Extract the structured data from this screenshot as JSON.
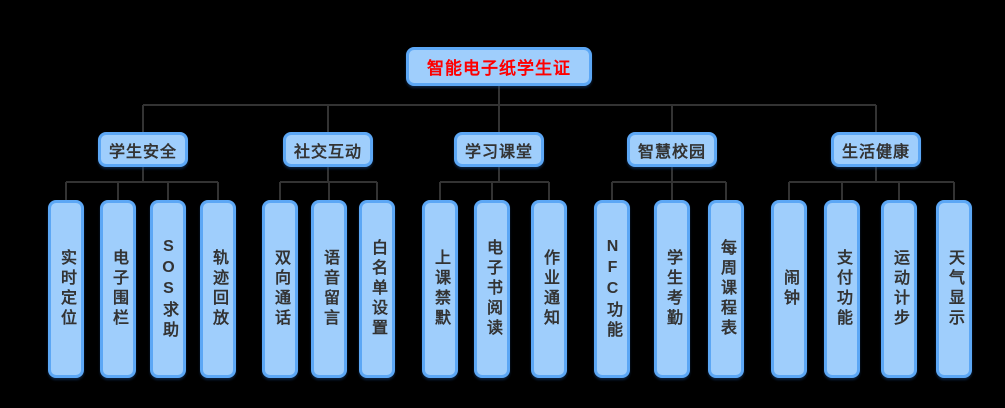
{
  "diagram": {
    "root": {
      "label": "智能电子纸学生证"
    },
    "groups": [
      {
        "label": "学生安全",
        "children": [
          "实时定位",
          "电子围栏",
          "SOS求助",
          "轨迹回放"
        ]
      },
      {
        "label": "社交互动",
        "children": [
          "双向通话",
          "语音留言",
          "白名单设置"
        ]
      },
      {
        "label": "学习课堂",
        "children": [
          "上课禁默",
          "电子书阅读",
          "作业通知"
        ]
      },
      {
        "label": "智慧校园",
        "children": [
          "NFC功能",
          "学生考勤",
          "每周课程表"
        ]
      },
      {
        "label": "生活健康",
        "children": [
          "闹钟",
          "支付功能",
          "运动计步",
          "天气显示"
        ]
      }
    ]
  },
  "colors": {
    "background": "#000000",
    "node_fill": "#9FCEFC",
    "node_border": "#5CA7F5",
    "line": "#333333",
    "root_text": "#FE0000",
    "node_text": "#333333"
  }
}
